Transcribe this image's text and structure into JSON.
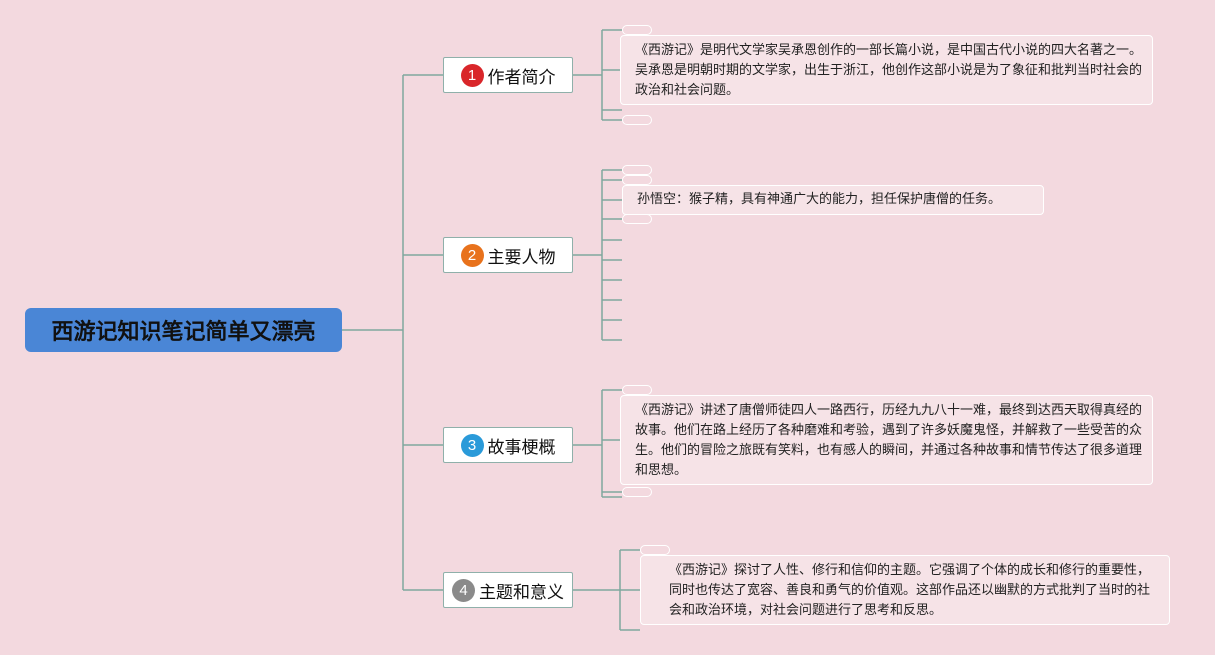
{
  "root": {
    "title": "西游记知识笔记简单又漂亮"
  },
  "branches": [
    {
      "num": "1",
      "label": "作者简介",
      "color": "#d9262a",
      "leaf": "《西游记》是明代文学家吴承恩创作的一部长篇小说，是中国古代小说的四大名著之一。吴承恩是明朝时期的文学家，出生于浙江，他创作这部小说是为了象征和批判当时社会的政治和社会问题。"
    },
    {
      "num": "2",
      "label": "主要人物",
      "color": "#e8721c",
      "leaf": "孙悟空：猴子精，具有神通广大的能力，担任保护唐僧的任务。"
    },
    {
      "num": "3",
      "label": "故事梗概",
      "color": "#2a9ad9",
      "leaf": "《西游记》讲述了唐僧师徒四人一路西行，历经九九八十一难，最终到达西天取得真经的故事。他们在路上经历了各种磨难和考验，遇到了许多妖魔鬼怪，并解救了一些受苦的众生。他们的冒险之旅既有笑料，也有感人的瞬间，并通过各种故事和情节传达了很多道理和思想。"
    },
    {
      "num": "4",
      "label": "主题和意义",
      "color": "#8a8a8a",
      "leaf": "《西游记》探讨了人性、修行和信仰的主题。它强调了个体的成长和修行的重要性，同时也传达了宽容、善良和勇气的价值观。这部作品还以幽默的方式批判了当时的社会和政治环境，对社会问题进行了思考和反思。"
    }
  ],
  "colors": {
    "line": "#7fa79e",
    "root": "#4a86d6",
    "background": "#f3d9df"
  }
}
